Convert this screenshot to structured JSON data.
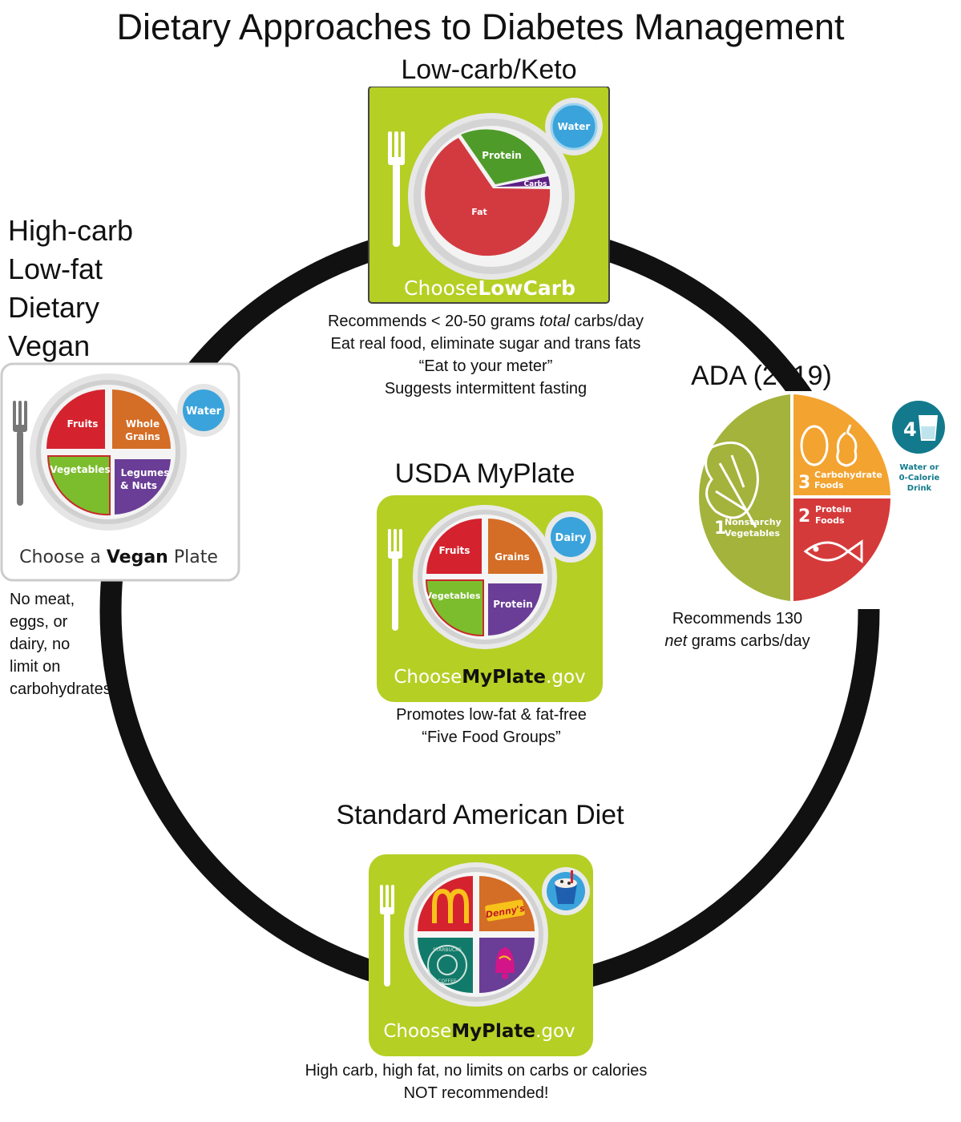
{
  "title": "Dietary Approaches to Diabetes Management",
  "colors": {
    "panel_green": "#b5cf24",
    "fruits_red": "#d4232e",
    "grains_orange": "#d46d26",
    "vegetables_green": "#7cbd2e",
    "protein_purple": "#6a3d96",
    "water_blue": "#3aa3db",
    "fat_red": "#d23a3f",
    "keto_protein_green": "#4f9b2a",
    "carbs_purple": "#5e1f86",
    "ada_green": "#a3b33b",
    "ada_orange": "#f3a32f",
    "ada_red": "#d53a3a",
    "ada_teal": "#127a8c"
  },
  "low_carb": {
    "heading": "Low-carb/Keto",
    "plate": {
      "protein": "Protein",
      "carbs": "Carbs",
      "fat": "Fat",
      "cup": "Water",
      "brand_prefix": "Choose",
      "brand_bold": "LowCarb"
    },
    "notes": {
      "line1_a": "Recommends < 20-50 grams ",
      "line1_em": "total",
      "line1_b": " carbs/day",
      "line2": "Eat real food, eliminate sugar and trans fats",
      "line3": "“Eat to your meter”",
      "line4": "Suggests intermittent fasting"
    }
  },
  "vegan": {
    "heading_lines": [
      "High-carb",
      "Low-fat",
      "Dietary",
      "Vegan"
    ],
    "plate": {
      "fruits": "Fruits",
      "grains_1": "Whole",
      "grains_2": "Grains",
      "vegetables": "Vegetables",
      "protein_1": "Legumes",
      "protein_2": "& Nuts",
      "cup": "Water",
      "brand_prefix": "Choose a ",
      "brand_bold": "Vegan",
      "brand_suffix": " Plate"
    },
    "notes": [
      "No meat,",
      "eggs, or",
      "dairy, no",
      "limit on",
      "carbohydrates"
    ]
  },
  "ada": {
    "heading": "ADA (2019)",
    "plate": {
      "nonstarchy_num": "1",
      "nonstarchy_1": "Nonstarchy",
      "nonstarchy_2": "Vegetables",
      "carb_num": "3",
      "carb_1": "Carbohydrate",
      "carb_2": "Foods",
      "protein_num": "2",
      "protein_1": "Protein",
      "protein_2": "Foods",
      "drink_num": "4",
      "drink_1": "Water or",
      "drink_2": "0-Calorie",
      "drink_3": "Drink"
    },
    "notes": {
      "line1": "Recommends 130",
      "line2_em": "net",
      "line2_b": " grams carbs/day"
    }
  },
  "myplate": {
    "heading": "USDA MyPlate",
    "plate": {
      "fruits": "Fruits",
      "grains": "Grains",
      "vegetables": "Vegetables",
      "protein": "Protein",
      "cup": "Dairy",
      "brand_prefix": "Choose",
      "brand_bold": "MyPlate",
      "brand_suffix": ".gov"
    },
    "notes": {
      "line1": "Promotes low-fat & fat-free",
      "line2": "“Five Food Groups”"
    }
  },
  "sad": {
    "heading": "Standard American Diet",
    "plate": {
      "grains_logo": "Denny's",
      "vegetables_logo_1": "STARBUCKS",
      "vegetables_logo_2": "COFFEE",
      "brand_prefix": "Choose",
      "brand_bold": "MyPlate",
      "brand_suffix": ".gov"
    },
    "notes": {
      "line1": "High carb, high fat, no limits on carbs or calories",
      "line2": "NOT recommended!"
    }
  }
}
